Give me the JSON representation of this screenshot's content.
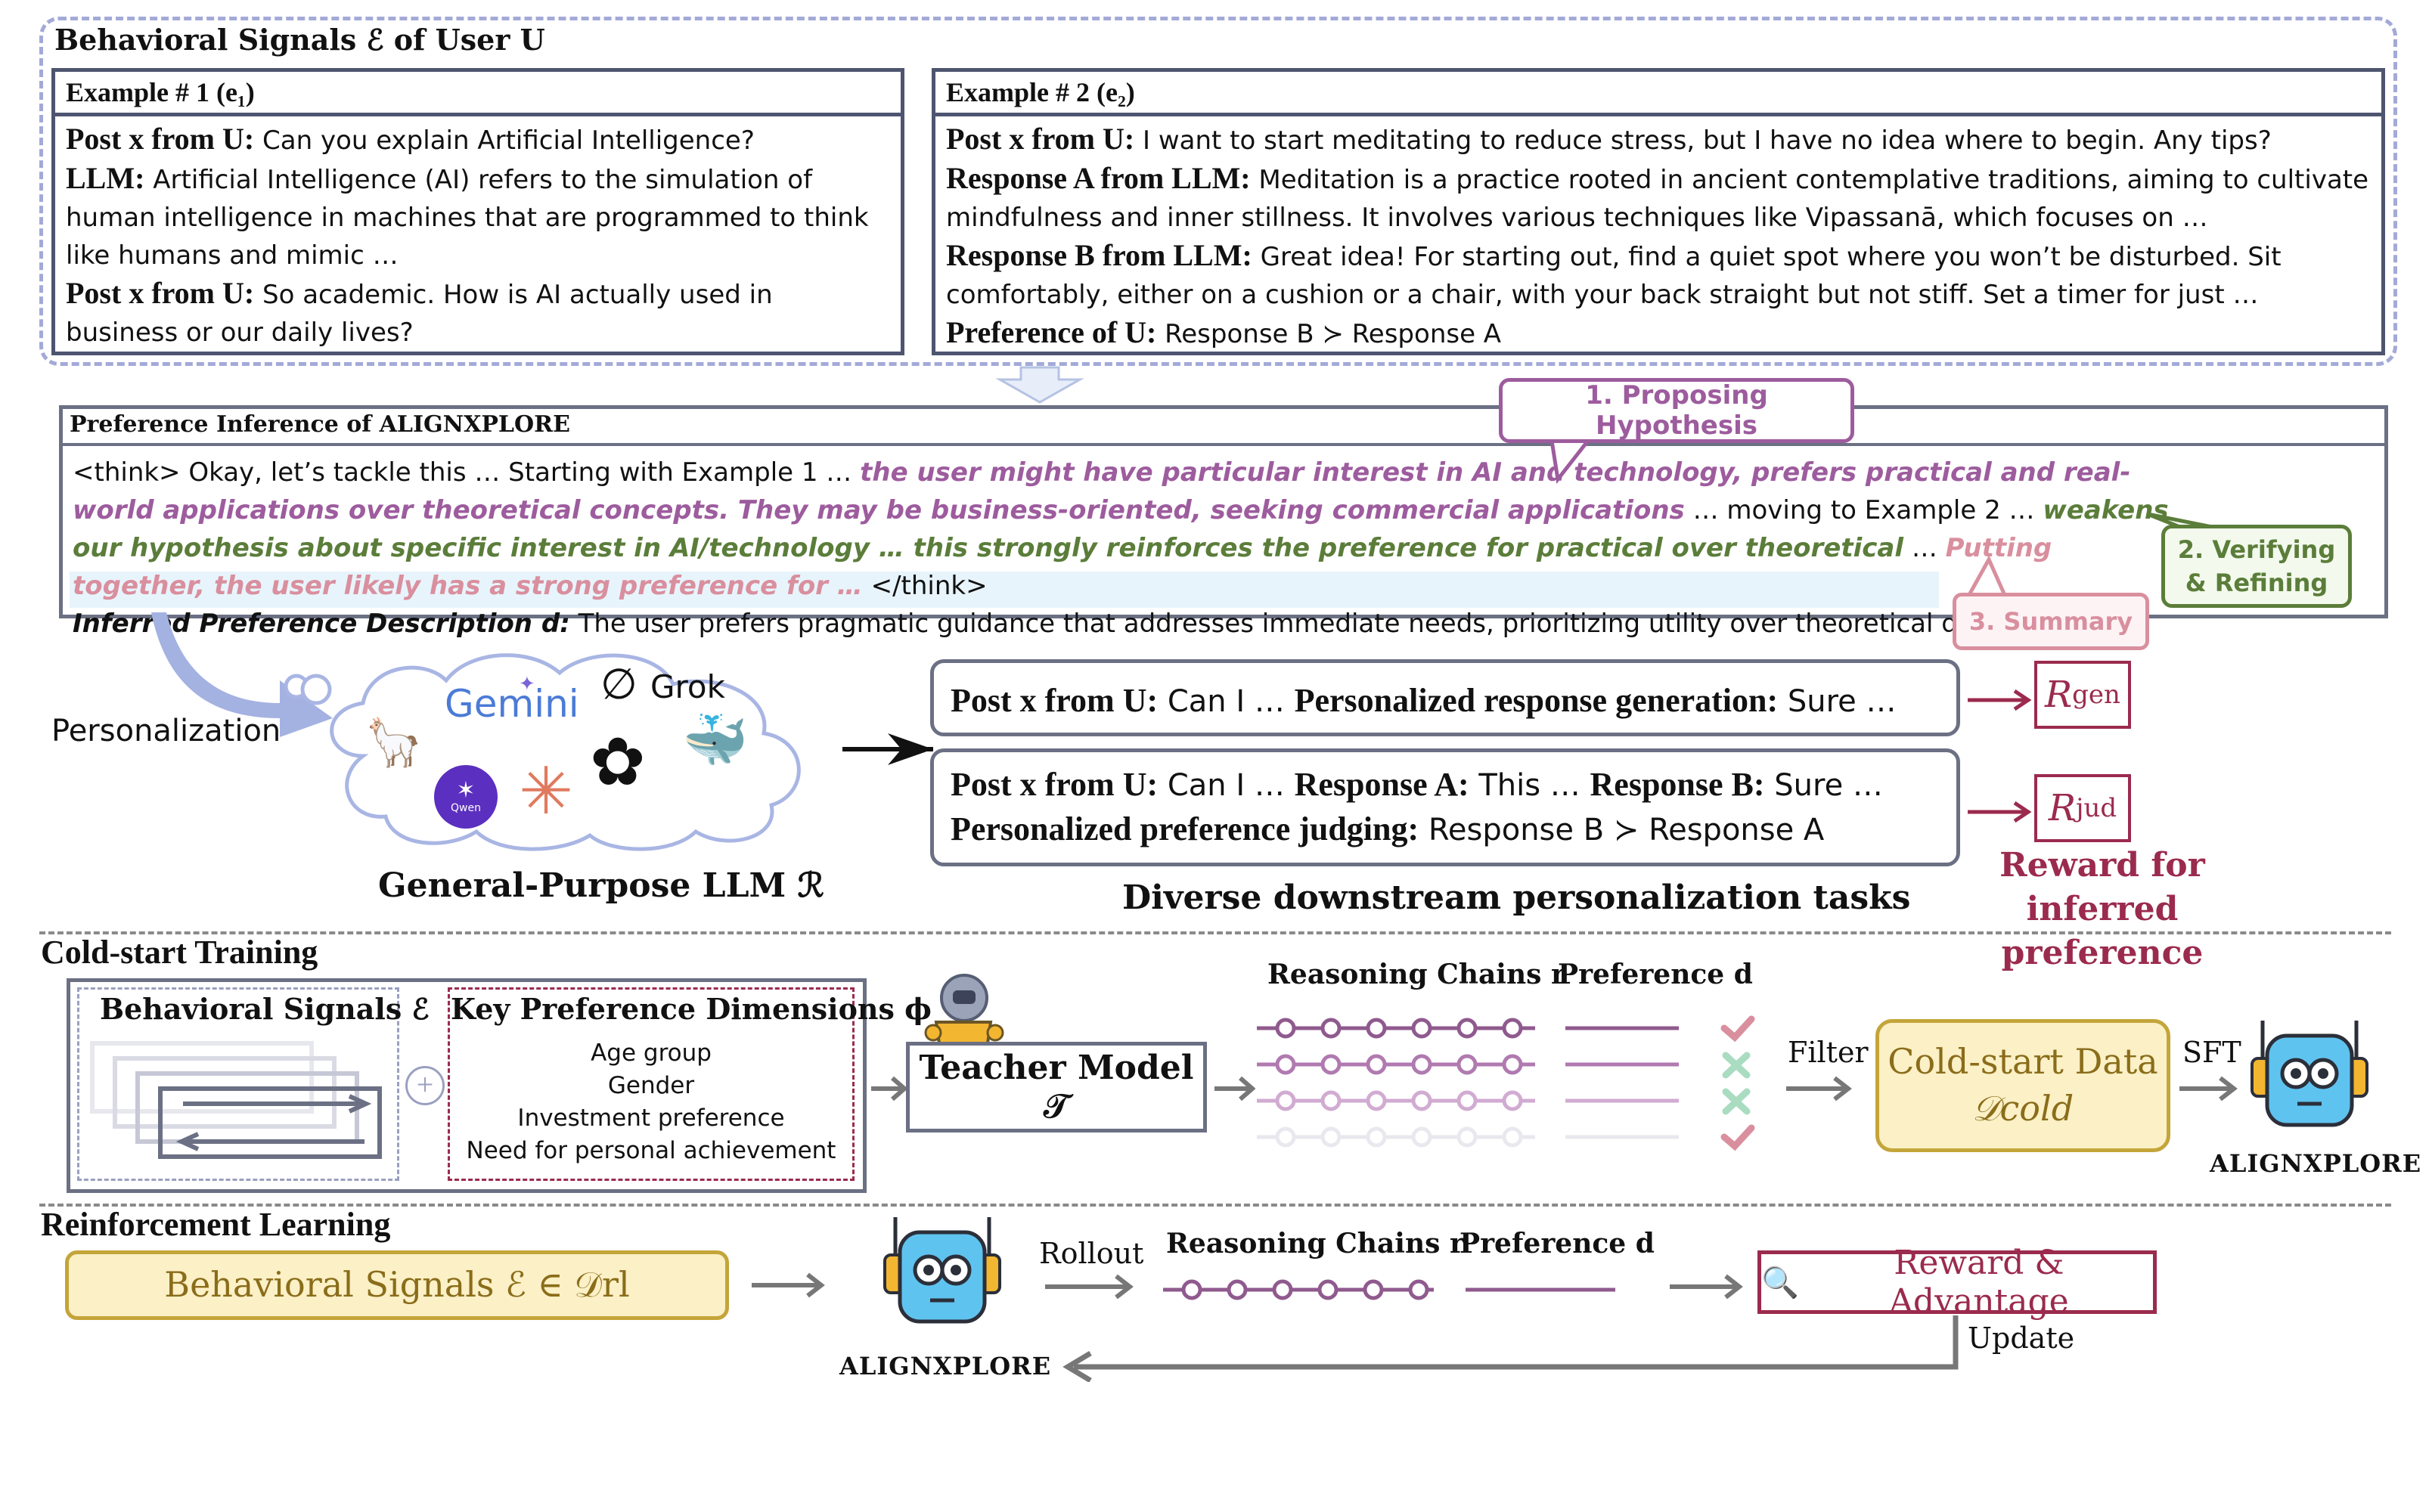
{
  "behavioral": {
    "title": "Behavioral Signals ℰ of User U",
    "ex1": {
      "title": "Example # 1 (e₁)",
      "line1_label": "Post x from U:",
      "line1_text": "Can you explain Artificial Intelligence?",
      "line2_label": "LLM:",
      "line2_text": "Artificial Intelligence (AI) refers to the simulation of human intelligence in machines that are programmed to think like humans and mimic …",
      "line3_label": "Post x from U:",
      "line3_text": "So academic. How is AI actually used in business or our daily lives?"
    },
    "ex2": {
      "title": "Example # 2 (e₂)",
      "line1_label": "Post x from U:",
      "line1_text": "I want to start meditating to reduce stress, but I have no idea where to begin. Any tips?",
      "line2_label": "Response A from LLM:",
      "line2_text": "Meditation is a practice rooted in ancient contemplative traditions, aiming to cultivate mindfulness and inner stillness. It involves various techniques like Vipassanā, which focuses on …",
      "line3_label": "Response B from LLM:",
      "line3_text": "Great idea! For starting out, find a quiet spot where you won’t be disturbed. Sit comfortably, either on a cushion or a chair, with your back straight but not stiff. Set a timer for just …",
      "line4_label": "Preference of U:",
      "line4_text": "Response B ≻ Response A"
    }
  },
  "inference": {
    "title": "Preference Inference of ALIGNXPLORE",
    "callout1": "1. Proposing Hypothesis",
    "callout2": "2. Verifying & Refining",
    "callout3": "3. Summary",
    "seg1": "<think> Okay, let’s tackle this … Starting with Example 1 …",
    "seg2": "the user might have particular interest in AI and technology, prefers practical and real-world applications over theoretical concepts. They may be business-oriented, seeking commercial applications",
    "seg3": "… moving to Example 2 …",
    "seg4": "weakens our hypothesis about specific interest in AI/technology … this strongly reinforces the preference for practical over theoretical",
    "seg5": "…",
    "seg6": "Putting together, the user likely has a strong preference for …",
    "seg7": "</think>",
    "desc_label": "Inferred Preference Description d:",
    "desc_text": "The user prefers pragmatic guidance that addresses immediate needs, prioritizing utility over theoretical depth."
  },
  "personalization": {
    "label": "Personalization",
    "llm_label": "General-Purpose LLM ℛ",
    "logos": {
      "gemini": "Gemini",
      "grok": "Grok",
      "qwen": "Qwen"
    },
    "task1_label_a": "Post x from U:",
    "task1_text_a": "Can I …",
    "task1_label_b": "Personalized response generation:",
    "task1_text_b": "Sure …",
    "task2_label_a": "Post x from U:",
    "task2_text_a": "Can I …",
    "task2_label_b": "Response A:",
    "task2_text_b": "This …",
    "task2_label_c": "Response B:",
    "task2_text_c": "Sure …",
    "task2_label_d": "Personalized preference judging:",
    "task2_text_d": "Response B ≻ Response A",
    "tasks_caption": "Diverse downstream personalization tasks",
    "r_gen": "R",
    "r_gen_sub": "gen",
    "r_jud": "R",
    "r_jud_sub": "jud",
    "reward_caption": "Reward for inferred preference"
  },
  "cold": {
    "title": "Cold-start Training",
    "signals_title": "Behavioral Signals ℰ",
    "dims_title": "Key Preference Dimensions ϕ",
    "dims": [
      "Age group",
      "Gender",
      "Investment preference",
      "Need for personal achievement"
    ],
    "teacher": "Teacher Model 𝒯",
    "chains_label": "Reasoning Chains r",
    "pref_label": "Preference d",
    "filter": "Filter",
    "data_title": "Cold-start Data",
    "data_sub": "𝒟cold",
    "sft": "SFT",
    "model_name": "ALIGNXPLORE"
  },
  "rl": {
    "title": "Reinforcement Learning",
    "signals": "Behavioral Signals ℰ ∈ 𝒟rl",
    "model_name": "ALIGNXPLORE",
    "rollout": "Rollout",
    "chains_label": "Reasoning Chains r",
    "pref_label": "Preference d",
    "reward": "Reward & Advantage",
    "update": "Update"
  },
  "colors": {
    "purple": "#9d5c9e",
    "green": "#5b7d3a",
    "pink": "#d98f9e",
    "maroon": "#9b2b4e",
    "navy": "#4e5570",
    "gold": "#c4a53a",
    "cream": "#fbf0c6"
  }
}
